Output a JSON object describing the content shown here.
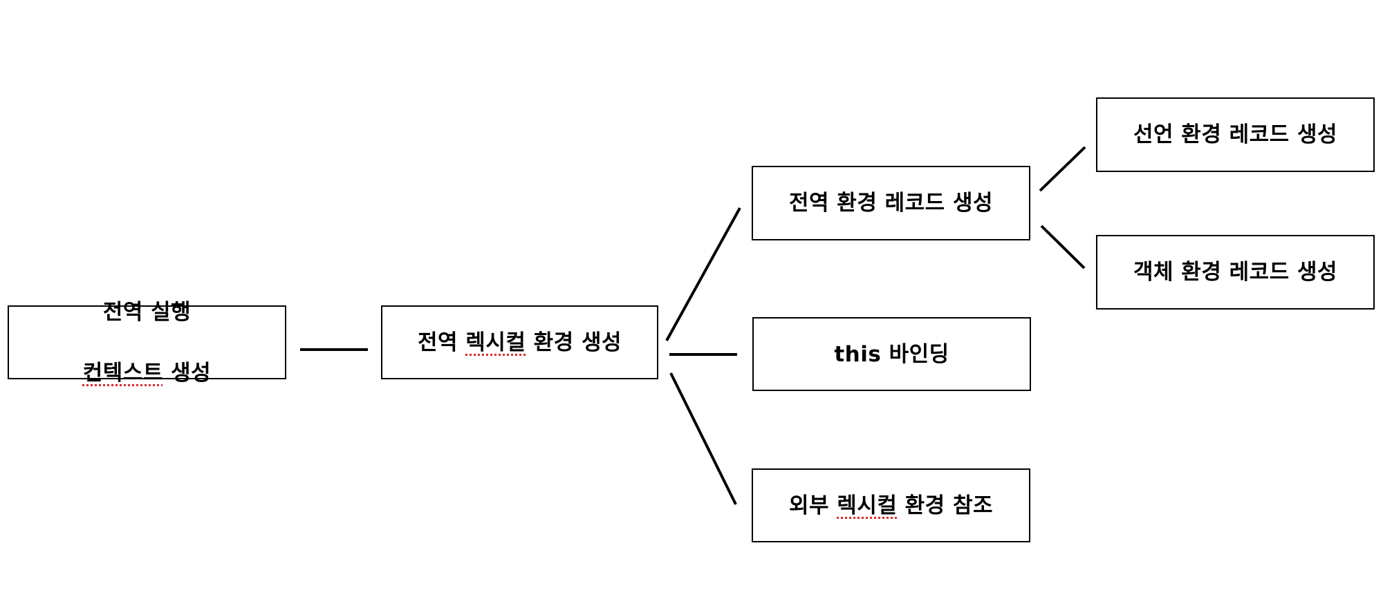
{
  "diagram": {
    "nodes": {
      "global_exec_ctx": {
        "line1": "전역 실행",
        "line2_underlined": "컨텍스트",
        "line2_rest": " 생성"
      },
      "global_lexical_env": {
        "prefix": "전역 ",
        "underlined": "렉시컬",
        "suffix": " 환경 생성"
      },
      "global_env_record": {
        "label": "전역 환경 레코드 생성"
      },
      "this_binding": {
        "label": "this 바인딩"
      },
      "outer_lexical_env_ref": {
        "prefix": "외부 ",
        "underlined": "렉시컬",
        "suffix": " 환경 참조"
      },
      "declarative_env_record": {
        "label": "선언 환경 레코드 생성"
      },
      "object_env_record": {
        "label": "객체 환경 레코드 생성"
      }
    },
    "edges": [
      {
        "from": "global_exec_ctx",
        "to": "global_lexical_env"
      },
      {
        "from": "global_lexical_env",
        "to": "global_env_record"
      },
      {
        "from": "global_lexical_env",
        "to": "this_binding"
      },
      {
        "from": "global_lexical_env",
        "to": "outer_lexical_env_ref"
      },
      {
        "from": "global_env_record",
        "to": "declarative_env_record"
      },
      {
        "from": "global_env_record",
        "to": "object_env_record"
      }
    ]
  }
}
